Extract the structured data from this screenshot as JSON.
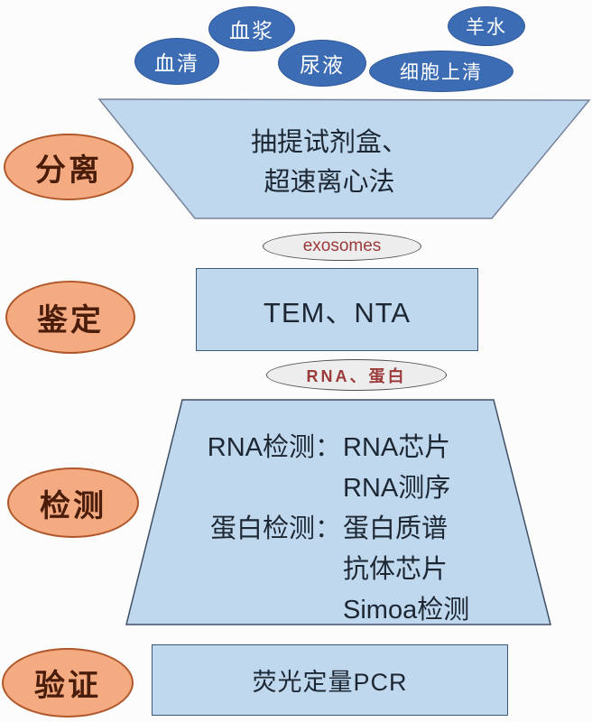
{
  "colors": {
    "background": "#fcfcfc",
    "source_fill": "#3c6db4",
    "source_text": "#ffffff",
    "panel_fill": "#bfd8ee",
    "panel_text": "#1d2733",
    "stage_fill": "#f5ab82",
    "stage_border": "#b0572a",
    "stage_text": "#4a1d0a",
    "oval_fill": "#ededed",
    "oval_border": "#4f4f4f",
    "oval_text": "#9c3a3a"
  },
  "sources": {
    "serum": "血清",
    "plasma": "血浆",
    "urine": "尿液",
    "cell_supernatant": "细胞上清",
    "amniotic_fluid": "羊水"
  },
  "stages": {
    "separation": "分离",
    "identification": "鉴定",
    "detection": "检测",
    "validation": "验证"
  },
  "separation_panel": {
    "line1": "抽提试剂盒、",
    "line2": "超速离心法"
  },
  "exosomes_label": "exosomes",
  "identification_panel": "TEM、NTA",
  "rna_protein_label": "RNA、蛋白",
  "detection_panel": {
    "rows": [
      {
        "label": "RNA检测：",
        "value": "RNA芯片"
      },
      {
        "label": "",
        "value": "RNA测序"
      },
      {
        "label": "蛋白检测：",
        "value": "蛋白质谱"
      },
      {
        "label": "",
        "value": "抗体芯片"
      },
      {
        "label": "",
        "value": "Simoa检测"
      }
    ]
  },
  "validation_panel": "荧光定量PCR"
}
